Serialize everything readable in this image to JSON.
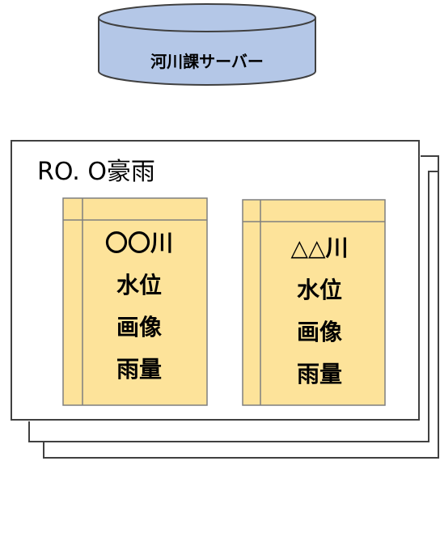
{
  "server": {
    "label": "河川課サーバー"
  },
  "folder": {
    "title": "RO. O豪雨"
  },
  "cards": [
    {
      "river": "〇〇川",
      "lines": [
        "水位",
        "画像",
        "雨量"
      ]
    },
    {
      "river": "△△川",
      "lines": [
        "水位",
        "画像",
        "雨量"
      ]
    }
  ],
  "colors": {
    "cylinder_fill": "#b4c7e7",
    "cylinder_stroke": "#404040",
    "card_fill": "#fde39a",
    "card_stroke": "#7f7f7f",
    "folder_stroke": "#404040"
  }
}
